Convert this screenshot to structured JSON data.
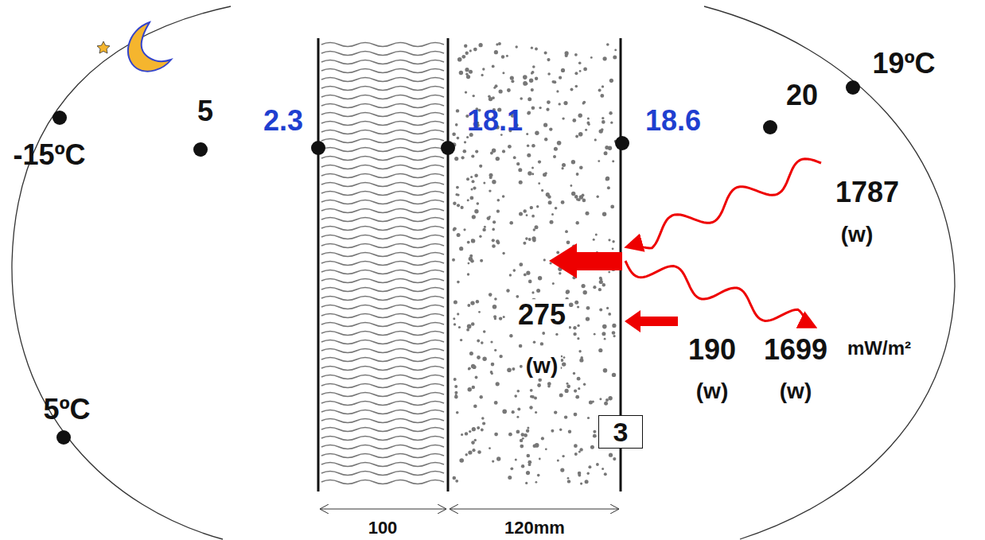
{
  "diagram": {
    "nodes": [
      {
        "text": [
          "3"
        ]
      }
    ],
    "labels": [
      "-15ºC",
      "5",
      "2.3",
      "18.1",
      "18.6",
      "20",
      "19ºC",
      "5ºC",
      "1787",
      "(w)",
      "275",
      "(w)",
      "190",
      "(w)",
      "1699",
      "mW/m²",
      "(w)",
      "100",
      "120mm"
    ]
  }
}
